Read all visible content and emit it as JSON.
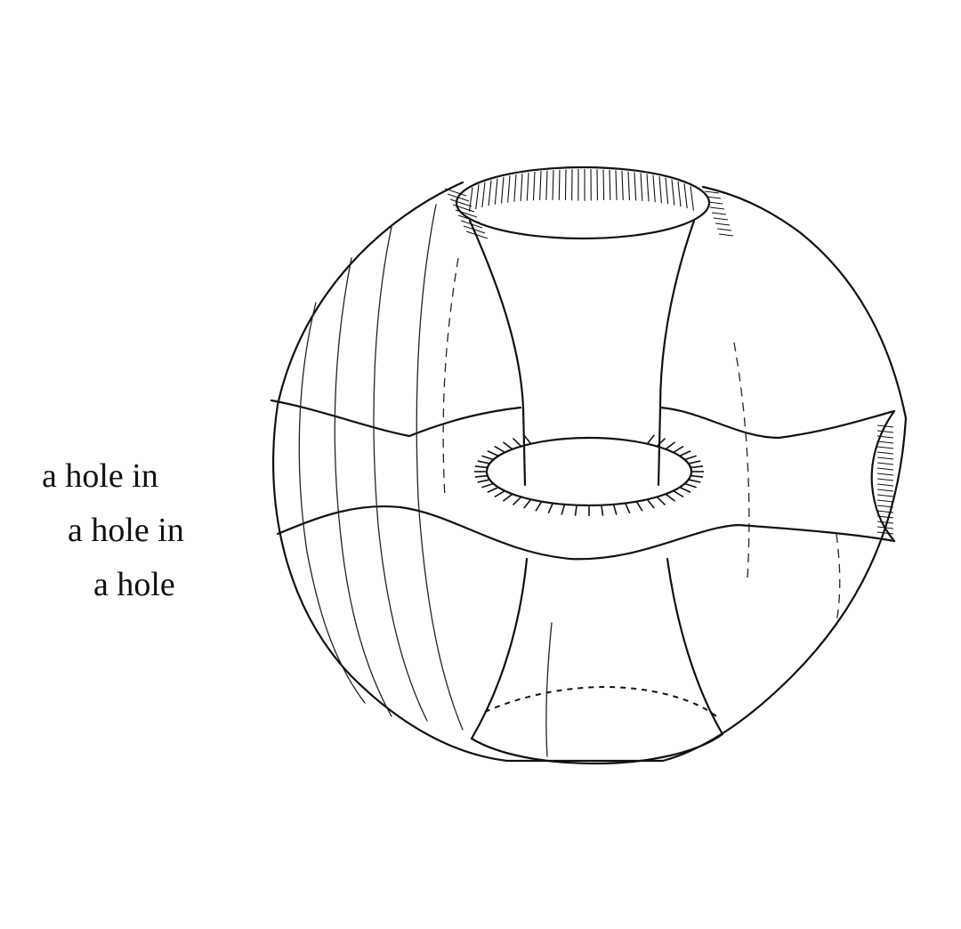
{
  "caption": {
    "line1": "a hole in",
    "line2": "a hole in",
    "line3": "a hole"
  },
  "figure": {
    "ink_color": "#111111",
    "background_color": "#ffffff"
  }
}
